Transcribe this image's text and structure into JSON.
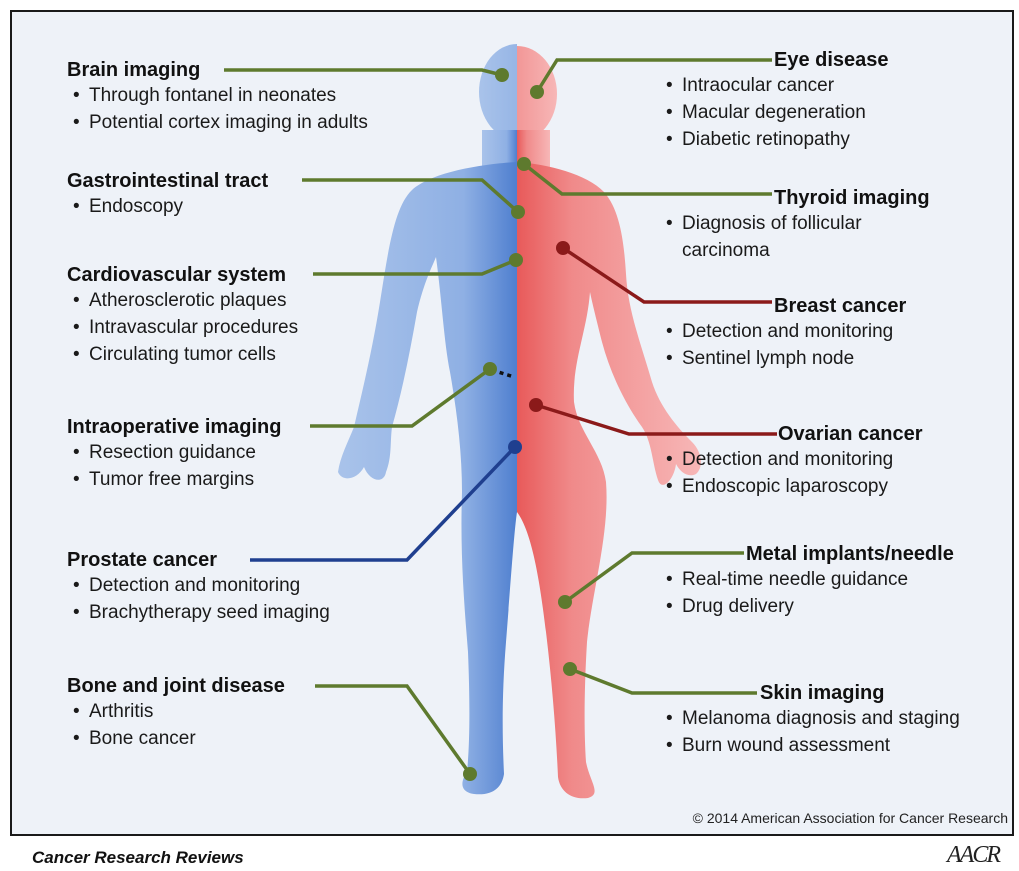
{
  "left_panels": [
    {
      "title": "Brain imaging",
      "items": [
        "Through fontanel in neonates",
        "Potential cortex imaging in adults"
      ]
    },
    {
      "title": "Gastrointestinal tract",
      "items": [
        "Endoscopy"
      ]
    },
    {
      "title": "Cardiovascular system",
      "items": [
        "Atherosclerotic plaques",
        "Intravascular procedures",
        "Circulating tumor cells"
      ]
    },
    {
      "title": "Intraoperative imaging",
      "items": [
        "Resection guidance",
        "Tumor free margins"
      ]
    },
    {
      "title": "Prostate cancer",
      "items": [
        "Detection and monitoring",
        "Brachytherapy seed imaging"
      ]
    },
    {
      "title": "Bone and joint disease",
      "items": [
        "Arthritis",
        "Bone cancer"
      ]
    }
  ],
  "right_panels": [
    {
      "title": "Eye disease",
      "items": [
        "Intraocular cancer",
        "Macular degeneration",
        "Diabetic retinopathy"
      ]
    },
    {
      "title": "Thyroid imaging",
      "items": [
        "Diagnosis of follicular",
        "carcinoma"
      ]
    },
    {
      "title": "Breast cancer",
      "items": [
        "Detection and monitoring",
        "Sentinel lymph node"
      ]
    },
    {
      "title": "Ovarian cancer",
      "items": [
        "Detection and monitoring",
        "Endoscopic laparoscopy"
      ]
    },
    {
      "title": "Metal implants/needle",
      "items": [
        "Real-time needle guidance",
        "Drug delivery"
      ]
    },
    {
      "title": "Skin imaging",
      "items": [
        "Melanoma diagnosis and staging",
        "Burn wound assessment"
      ]
    }
  ],
  "copyright": "© 2014  American Association for Cancer Research",
  "footer": {
    "journal": "Cancer Research Reviews",
    "logo": "AACR"
  },
  "colors": {
    "green": "#5e7a2e",
    "blue": "#1f3f8f",
    "red": "#8b1a1a",
    "male": "#7fa6e0",
    "female": "#f08c8c"
  }
}
